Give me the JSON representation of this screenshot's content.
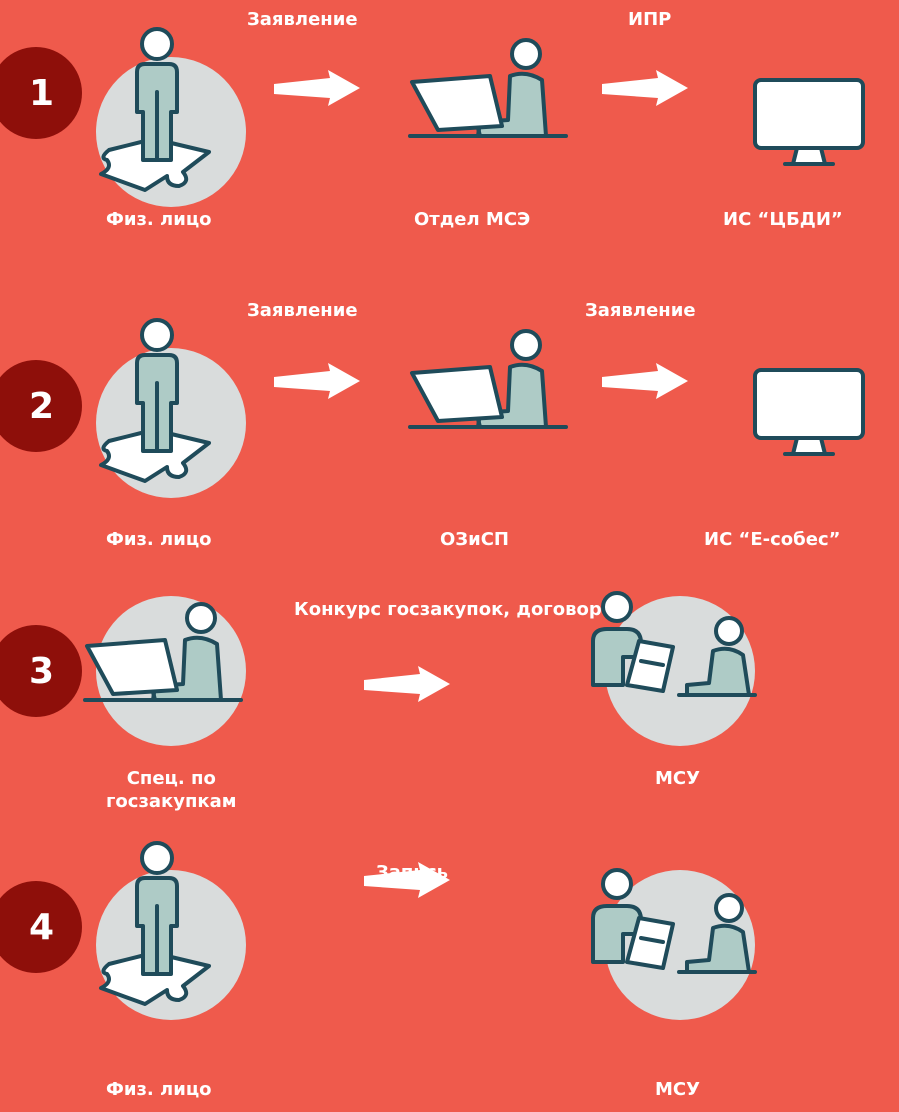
{
  "colors": {
    "background": "#ef5a4c",
    "badge": "#8e0f0a",
    "circle": "#d9dcdc",
    "icon_stroke": "#1f4b5a",
    "icon_tint": "#aecbc6"
  },
  "rows": [
    {
      "number": "1",
      "nodes": [
        {
          "icon": "person-on-puzzle-icon",
          "label": "Физ. лицо"
        },
        {
          "icon": "laptop-user-icon",
          "label": "Отдел МСЭ"
        },
        {
          "icon": "monitor-icon",
          "label": "ИС “ЦБДИ”"
        }
      ],
      "arrows": [
        {
          "label": "Заявление"
        },
        {
          "label": "ИПР"
        }
      ]
    },
    {
      "number": "2",
      "nodes": [
        {
          "icon": "person-on-puzzle-icon",
          "label": "Физ. лицо"
        },
        {
          "icon": "laptop-user-icon",
          "label": "ОЗиСП"
        },
        {
          "icon": "monitor-icon",
          "label": "ИС “Е-собес”"
        }
      ],
      "arrows": [
        {
          "label": "Заявление"
        },
        {
          "label": "Заявление"
        }
      ]
    },
    {
      "number": "3",
      "nodes": [
        {
          "icon": "laptop-user-icon",
          "label": "Спец. по\nгосзакупкам"
        },
        {
          "icon": "consultation-icon",
          "label": "МСУ"
        }
      ],
      "arrows": [
        {
          "label": "Конкурс госзакупок,\nдоговор"
        }
      ]
    },
    {
      "number": "4",
      "nodes": [
        {
          "icon": "person-on-puzzle-icon",
          "label": "Физ. лицо"
        },
        {
          "icon": "consultation-icon",
          "label": "МСУ"
        }
      ],
      "arrows": [
        {
          "label": "Запись"
        }
      ]
    }
  ]
}
